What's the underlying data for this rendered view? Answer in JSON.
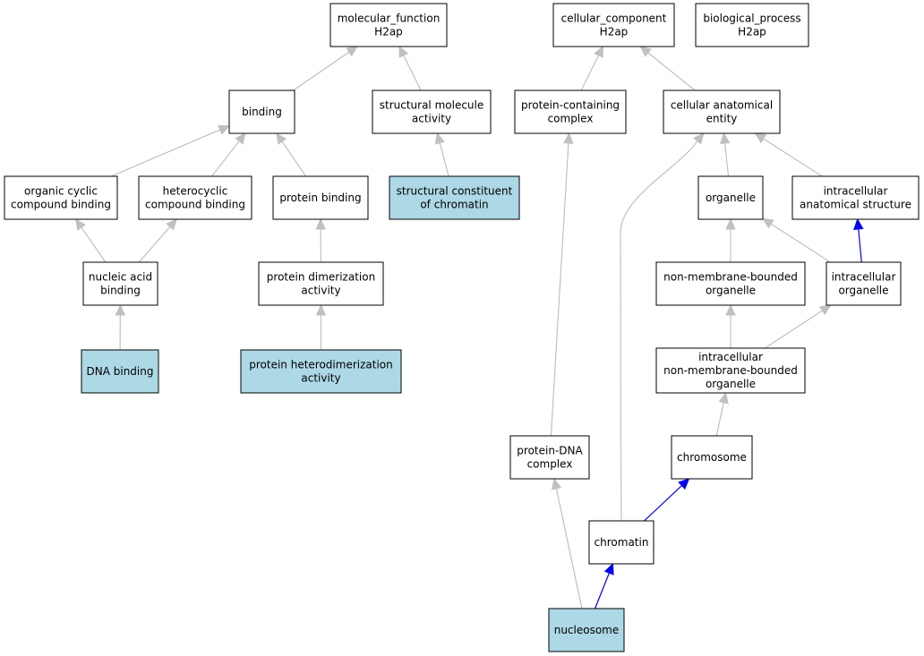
{
  "colors": {
    "highlight_fill": "#add8e6",
    "default_fill": "#ffffff",
    "edge_is_a": "#c0c0c0",
    "edge_part_of": "#0000ee",
    "border": "#000000"
  },
  "nodes": [
    {
      "id": "mf",
      "lines": [
        "molecular_function",
        "H2ap"
      ],
      "highlight": false
    },
    {
      "id": "cc",
      "lines": [
        "cellular_component",
        "H2ap"
      ],
      "highlight": false
    },
    {
      "id": "bp",
      "lines": [
        "biological_process",
        "H2ap"
      ],
      "highlight": false
    },
    {
      "id": "binding",
      "lines": [
        "binding"
      ],
      "highlight": false
    },
    {
      "id": "sma",
      "lines": [
        "structural molecule",
        "activity"
      ],
      "highlight": false
    },
    {
      "id": "pcc",
      "lines": [
        "protein-containing",
        "complex"
      ],
      "highlight": false
    },
    {
      "id": "cae",
      "lines": [
        "cellular anatomical",
        "entity"
      ],
      "highlight": false
    },
    {
      "id": "ocb",
      "lines": [
        "organic cyclic",
        "compound binding"
      ],
      "highlight": false
    },
    {
      "id": "hcb",
      "lines": [
        "heterocyclic",
        "compound binding"
      ],
      "highlight": false
    },
    {
      "id": "pb",
      "lines": [
        "protein binding"
      ],
      "highlight": false
    },
    {
      "id": "scc",
      "lines": [
        "structural constituent",
        "of chromatin"
      ],
      "highlight": true
    },
    {
      "id": "organelle",
      "lines": [
        "organelle"
      ],
      "highlight": false
    },
    {
      "id": "ias",
      "lines": [
        "intracellular",
        "anatomical structure"
      ],
      "highlight": false
    },
    {
      "id": "nab",
      "lines": [
        "nucleic acid",
        "binding"
      ],
      "highlight": false
    },
    {
      "id": "pda",
      "lines": [
        "protein dimerization",
        "activity"
      ],
      "highlight": false
    },
    {
      "id": "nmbo",
      "lines": [
        "non-membrane-bounded",
        "organelle"
      ],
      "highlight": false
    },
    {
      "id": "io",
      "lines": [
        "intracellular",
        "organelle"
      ],
      "highlight": false
    },
    {
      "id": "dnab",
      "lines": [
        "DNA binding"
      ],
      "highlight": true
    },
    {
      "id": "phda",
      "lines": [
        "protein heterodimerization",
        "activity"
      ],
      "highlight": true
    },
    {
      "id": "inmbo",
      "lines": [
        "intracellular",
        "non-membrane-bounded",
        "organelle"
      ],
      "highlight": false
    },
    {
      "id": "pdnac",
      "lines": [
        "protein-DNA",
        "complex"
      ],
      "highlight": false
    },
    {
      "id": "chromosome",
      "lines": [
        "chromosome"
      ],
      "highlight": false
    },
    {
      "id": "chromatin",
      "lines": [
        "chromatin"
      ],
      "highlight": false
    },
    {
      "id": "nucleosome",
      "lines": [
        "nucleosome"
      ],
      "highlight": true
    }
  ],
  "edges": [
    {
      "from": "binding",
      "to": "mf",
      "type": "is_a"
    },
    {
      "from": "sma",
      "to": "mf",
      "type": "is_a"
    },
    {
      "from": "pcc",
      "to": "cc",
      "type": "is_a"
    },
    {
      "from": "cae",
      "to": "cc",
      "type": "is_a"
    },
    {
      "from": "ocb",
      "to": "binding",
      "type": "is_a"
    },
    {
      "from": "hcb",
      "to": "binding",
      "type": "is_a"
    },
    {
      "from": "pb",
      "to": "binding",
      "type": "is_a"
    },
    {
      "from": "scc",
      "to": "sma",
      "type": "is_a"
    },
    {
      "from": "organelle",
      "to": "cae",
      "type": "is_a"
    },
    {
      "from": "ias",
      "to": "cae",
      "type": "is_a"
    },
    {
      "from": "chromatin",
      "to": "cae",
      "type": "is_a"
    },
    {
      "from": "nab",
      "to": "ocb",
      "type": "is_a"
    },
    {
      "from": "nab",
      "to": "hcb",
      "type": "is_a"
    },
    {
      "from": "pda",
      "to": "pb",
      "type": "is_a"
    },
    {
      "from": "nmbo",
      "to": "organelle",
      "type": "is_a"
    },
    {
      "from": "io",
      "to": "organelle",
      "type": "is_a"
    },
    {
      "from": "io",
      "to": "ias",
      "type": "part_of"
    },
    {
      "from": "dnab",
      "to": "nab",
      "type": "is_a"
    },
    {
      "from": "phda",
      "to": "pda",
      "type": "is_a"
    },
    {
      "from": "inmbo",
      "to": "nmbo",
      "type": "is_a"
    },
    {
      "from": "inmbo",
      "to": "io",
      "type": "is_a"
    },
    {
      "from": "pdnac",
      "to": "pcc",
      "type": "is_a"
    },
    {
      "from": "chromosome",
      "to": "inmbo",
      "type": "is_a"
    },
    {
      "from": "chromatin",
      "to": "chromosome",
      "type": "part_of"
    },
    {
      "from": "nucleosome",
      "to": "pdnac",
      "type": "is_a"
    },
    {
      "from": "nucleosome",
      "to": "chromatin",
      "type": "part_of"
    }
  ]
}
